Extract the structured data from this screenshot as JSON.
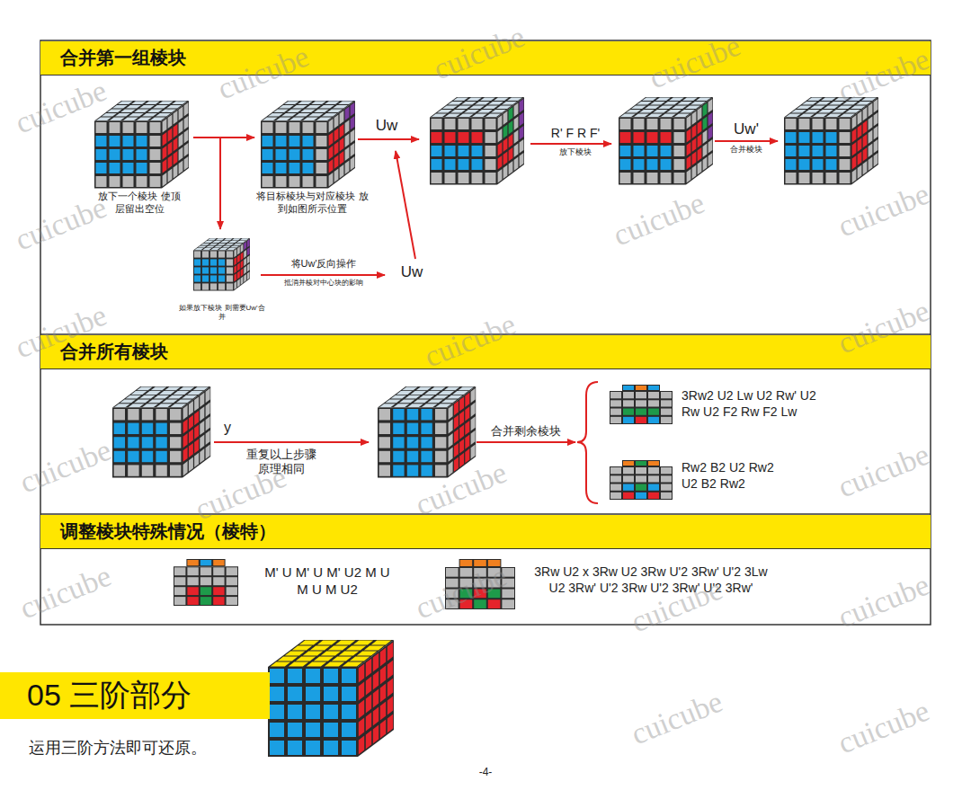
{
  "diagram": {
    "nodes": [
      {
        "text": [
          "合并第一组棱块"
        ]
      },
      {
        "text": [
          "合并所有棱块"
        ]
      },
      {
        "text": [
          "调整棱块特殊情况（棱特）"
        ]
      },
      {
        "text": [
          "05 三阶部分"
        ]
      }
    ],
    "labels": [
      "放下一个棱块 使顶层留出空位",
      "将目标棱块与对应棱块 放到如图所示位置",
      "Uw",
      "R' F R F'",
      "放下棱块",
      "Uw'",
      "合并棱块",
      "如果放下棱块 则需要Uw'合并",
      "将Uw'反向操作",
      "抵消并棱对中心块的影响",
      "Uw",
      "y",
      "重复以上步骤 原理相同",
      "合并剩余棱块",
      "3Rw2 U2 Lw U2 Rw' U2 Rw U2 F2 Rw F2 Lw",
      "Rw2 B2 U2 Rw2 U2 B2 Rw2",
      "M' U M' U M' U2 M U M U M U2",
      "3Rw U2 x 3Rw U2 3Rw U'2 3Rw' U'2 3Lw U2 3Rw' U'2 3Rw U'2 3Rw' U'2 3Rw'",
      "运用三阶方法即可还原。",
      "-4-",
      "cuicube",
      "cuicube",
      "cuicube",
      "cuicube",
      "cuicube",
      "cuicube",
      "cuicube",
      "cuicube",
      "cuicube",
      "cuicube",
      "cuicube",
      "cuicube",
      "cuicube",
      "cuicube",
      "cuicube",
      "cuicube",
      "cuicube",
      "cuicube",
      "cuicube",
      "cuicube",
      "cuicube"
    ]
  }
}
